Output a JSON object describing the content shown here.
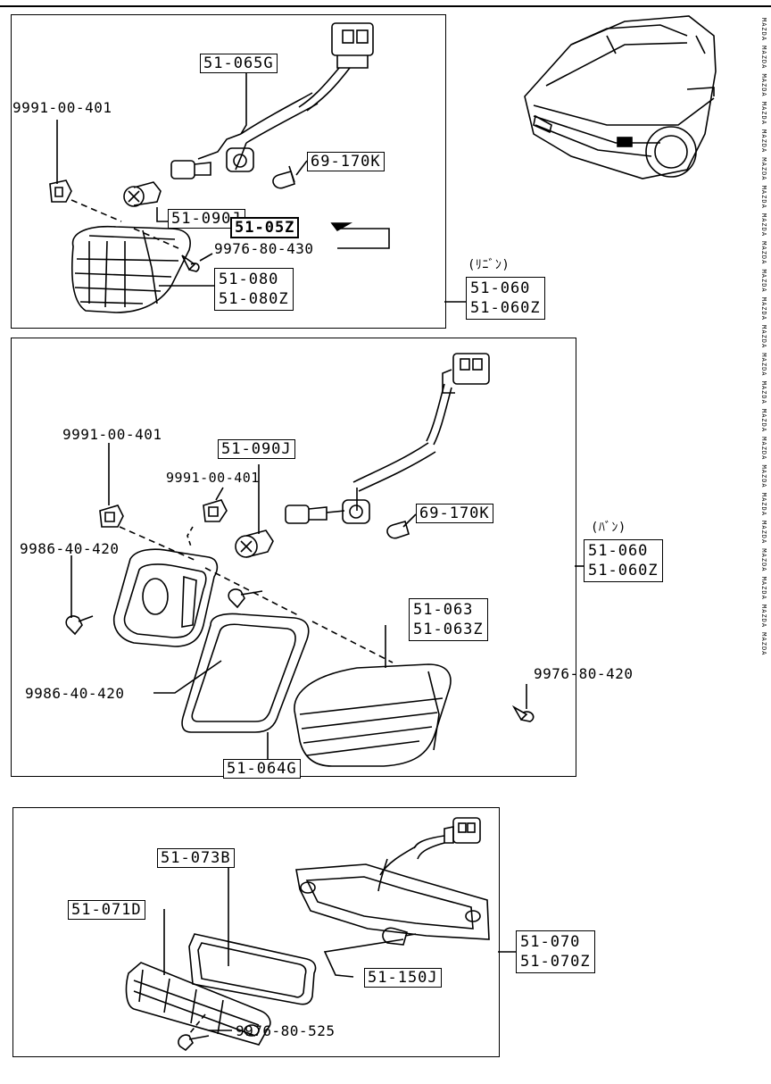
{
  "panel1": {
    "part_harness": "51-065G",
    "fastener_clip": "9991-00-401",
    "bulb_small": "69-170K",
    "bulb_main": "51-090J",
    "set_code": "51-05Z",
    "screw": "9976-80-430",
    "lens": [
      "51-080",
      "51-080Z"
    ],
    "variant_note": "(ﾘﾆﾞﾝ)",
    "assembly": [
      "51-060",
      "51-060Z"
    ]
  },
  "panel2": {
    "clip_a": "9991-00-401",
    "bulb_main": "51-090J",
    "clip_b": "9991-00-401",
    "bulb_small": "69-170K",
    "screw_left": "9986-40-420",
    "lens": [
      "51-063",
      "51-063Z"
    ],
    "screw_right": "9976-80-420",
    "screw_lower": "9986-40-420",
    "gasket": "51-064G",
    "variant_note": "(ﾊﾞﾝ)",
    "assembly": [
      "51-060",
      "51-060Z"
    ]
  },
  "panel3": {
    "gasket": "51-073B",
    "lens": "51-071D",
    "bulb": "51-150J",
    "screw": "9976-80-525",
    "assembly": [
      "51-070",
      "51-070Z"
    ]
  },
  "watermark_text": "MAZDA"
}
